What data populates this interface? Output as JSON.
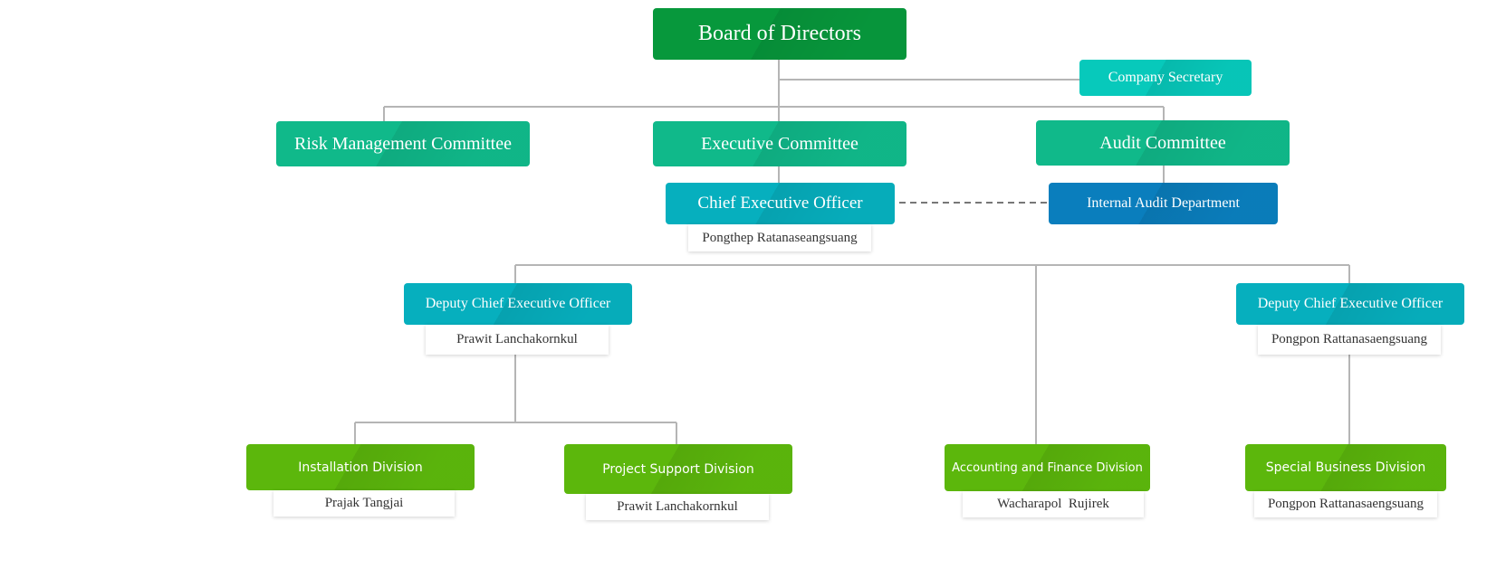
{
  "colors": {
    "board": "#07983c",
    "committee": "#10b98a",
    "secretary": "#07c9bb",
    "ceo": "#06afbe",
    "internal_audit": "#0a7ebd",
    "division": "#5cb70c",
    "line": "#b5b5b5"
  },
  "board": "Board of Directors",
  "secretary": "Company Secretary",
  "committees": {
    "risk": "Risk Management Committee",
    "executive": "Executive Committee",
    "audit": "Audit Committee"
  },
  "ceo": {
    "title": "Chief Executive Officer",
    "name": "Pongthep Ratanaseangsuang"
  },
  "internal_audit": "Internal Audit Department",
  "deputy_left": {
    "title": "Deputy Chief Executive Officer",
    "name": "Prawit Lanchakornkul"
  },
  "deputy_right": {
    "title": "Deputy Chief Executive Officer",
    "name": "Pongpon Rattanasaengsuang"
  },
  "divisions": {
    "installation": {
      "title": "Installation Division",
      "name": "Prajak Tangjai"
    },
    "project_support": {
      "title": "Project Support Division",
      "name": "Prawit Lanchakornkul"
    },
    "accounting": {
      "title": "Accounting and Finance Division",
      "name": "Wacharapol  Rujirek"
    },
    "special": {
      "title": "Special Business Division",
      "name": "Pongpon Rattanasaengsuang"
    }
  }
}
